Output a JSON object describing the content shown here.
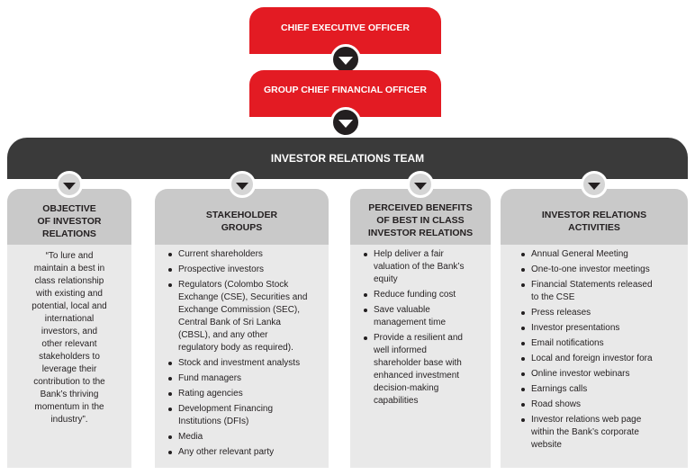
{
  "top": {
    "ceo": "CHIEF EXECUTIVE OFFICER",
    "gcfo": "GROUP CHIEF FINANCIAL OFFICER",
    "team": "INVESTOR RELATIONS TEAM"
  },
  "columns": [
    {
      "title_lines": [
        "OBJECTIVE",
        "OF INVESTOR",
        "RELATIONS"
      ],
      "body_lines": [
        "“To lure and",
        "maintain a best in",
        "class relationship",
        "with existing and",
        "potential, local and",
        "international",
        "investors, and",
        "other relevant",
        "stakeholders to",
        "leverage their",
        "contribution to the",
        "Bank’s thriving",
        "momentum in the",
        "industry”."
      ]
    },
    {
      "title_lines": [
        "STAKEHOLDER",
        "GROUPS"
      ],
      "items": [
        [
          "Current shareholders"
        ],
        [
          "Prospective investors"
        ],
        [
          "Regulators (Colombo Stock",
          "Exchange (CSE), Securities and",
          "Exchange Commission (SEC),",
          "Central Bank of Sri Lanka",
          "(CBSL), and any other",
          "regulatory body as required)."
        ],
        [
          "Stock and investment analysts"
        ],
        [
          "Fund managers"
        ],
        [
          "Rating agencies"
        ],
        [
          "Development Financing",
          "Institutions (DFIs)"
        ],
        [
          "Media"
        ],
        [
          "Any other relevant party"
        ]
      ]
    },
    {
      "title_lines": [
        "PERCEIVED BENEFITS",
        "OF BEST IN CLASS",
        "INVESTOR RELATIONS"
      ],
      "items": [
        [
          "Help deliver a fair",
          "valuation of the Bank’s",
          "equity"
        ],
        [
          "Reduce funding cost"
        ],
        [
          "Save valuable",
          "management time"
        ],
        [
          "Provide a resilient and",
          "well informed",
          "shareholder base with",
          "enhanced investment",
          "decision-making",
          "capabilities"
        ]
      ]
    },
    {
      "title_lines": [
        "INVESTOR RELATIONS",
        "ACTIVITIES"
      ],
      "items": [
        [
          "Annual General Meeting"
        ],
        [
          "One-to-one investor meetings"
        ],
        [
          "Financial Statements released",
          "to the CSE"
        ],
        [
          "Press releases"
        ],
        [
          "Investor presentations"
        ],
        [
          "Email notifications"
        ],
        [
          "Local and foreign investor fora"
        ],
        [
          "Online investor webinars"
        ],
        [
          "Earnings calls"
        ],
        [
          "Road shows"
        ],
        [
          "Investor relations web page",
          "within the Bank’s corporate",
          "website"
        ]
      ]
    }
  ]
}
